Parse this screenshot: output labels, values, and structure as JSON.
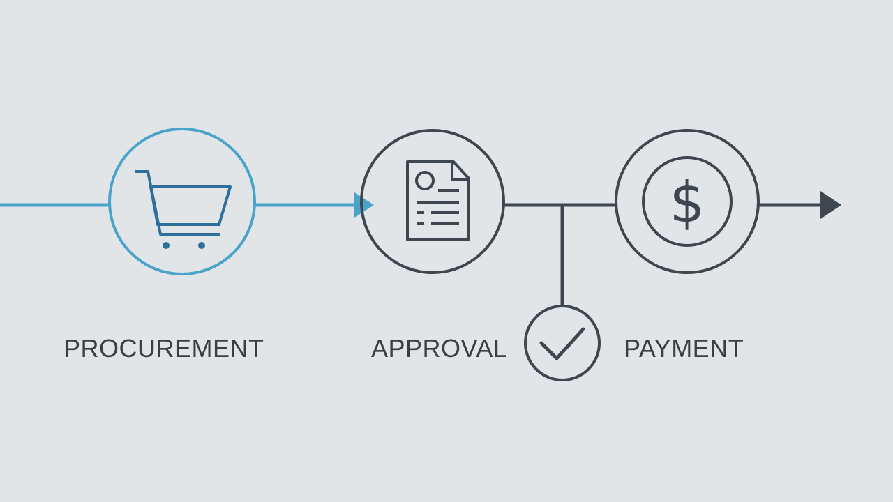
{
  "colors": {
    "background": "#e2e5e7",
    "accent": "#4aa3c8",
    "accent_dark": "#2f6f9c",
    "stroke": "#3e4650",
    "text": "#3a3f45"
  },
  "steps": [
    {
      "label": "PROCUREMENT",
      "icon": "shopping-cart-icon",
      "state": "active"
    },
    {
      "label": "APPROVAL",
      "icon": "document-icon",
      "state": "default"
    },
    {
      "label": "PAYMENT",
      "icon": "dollar-coin-icon",
      "state": "default"
    }
  ],
  "branch": {
    "icon": "checkmark-icon"
  }
}
